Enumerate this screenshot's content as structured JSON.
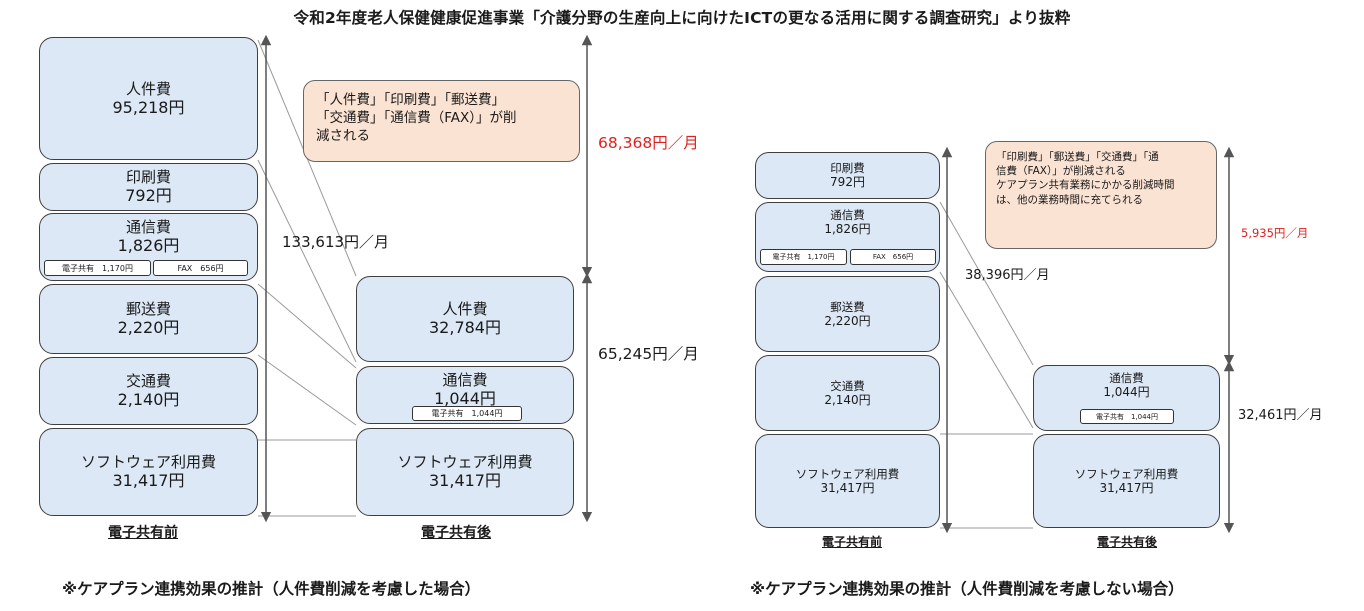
{
  "title": "令和2年度老人保健健康促進事業「介護分野の生産向上に向けたICTの更なる活用に関する調査研究」より抜粋",
  "left": {
    "before": {
      "jinkenhi": {
        "label": "人件費",
        "value": "95,218円"
      },
      "insatsu": {
        "label": "印刷費",
        "value": "792円"
      },
      "tsushin": {
        "label": "通信費",
        "value": "1,826円",
        "tag1": "電子共有　1,170円",
        "tag2": "FAX　656円"
      },
      "yuso": {
        "label": "郵送費",
        "value": "2,220円"
      },
      "kotsu": {
        "label": "交通費",
        "value": "2,140円"
      },
      "software": {
        "label": "ソフトウェア利用費",
        "value": "31,417円"
      },
      "axis_label": "電子共有前"
    },
    "after": {
      "jinkenhi": {
        "label": "人件費",
        "value": "32,784円"
      },
      "tsushin": {
        "label": "通信費",
        "value": "1,044円",
        "tag": "電子共有　1,044円"
      },
      "software": {
        "label": "ソフトウェア利用費",
        "value": "31,417円"
      },
      "axis_label": "電子共有後"
    },
    "note": "「人件費」「印刷費」「郵送費」\n「交通費」「通信費（FAX）」が削\n減される",
    "total_before": "133,613円／月",
    "reduction": "68,368円／月",
    "total_after": "65,245円／月",
    "caption": "※ケアプラン連携効果の推計（人件費削減を考慮した場合）"
  },
  "right": {
    "before": {
      "insatsu": {
        "label": "印刷費",
        "value": "792円"
      },
      "tsushin": {
        "label": "通信費",
        "value": "1,826円",
        "tag1": "電子共有　1,170円",
        "tag2": "FAX　656円"
      },
      "yuso": {
        "label": "郵送費",
        "value": "2,220円"
      },
      "kotsu": {
        "label": "交通費",
        "value": "2,140円"
      },
      "software": {
        "label": "ソフトウェア利用費",
        "value": "31,417円"
      },
      "axis_label": "電子共有前"
    },
    "after": {
      "tsushin": {
        "label": "通信費",
        "value": "1,044円",
        "tag": "電子共有　1,044円"
      },
      "software": {
        "label": "ソフトウェア利用費",
        "value": "31,417円"
      },
      "axis_label": "電子共有後"
    },
    "note": "「印刷費」「郵送費」「交通費」「通\n信費（FAX）」が削減される\nケアプラン共有業務にかかる削減時間\nは、他の業務時間に充てられる",
    "total_before": "38,396円／月",
    "reduction": "5,935円／月",
    "total_after": "32,461円／月",
    "caption": "※ケアプラン連携効果の推計（人件費削減を考慮しない場合）"
  },
  "colors": {
    "box_fill": "#dce8f5",
    "note_fill": "#fbe3d3",
    "accent_red": "#e0201e"
  }
}
